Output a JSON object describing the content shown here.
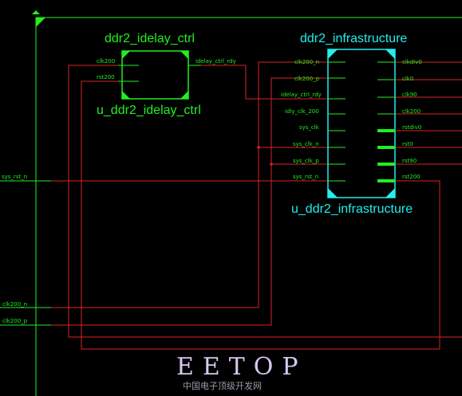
{
  "schematic": {
    "idelay_block": {
      "name": "ddr2_idelay_ctrl",
      "instance": "u_ddr2_idelay_ctrl",
      "inputs": [
        "clk200",
        "rst200"
      ],
      "outputs": [
        "idelay_ctrl_rdy"
      ]
    },
    "infra_block": {
      "name": "ddr2_infrastructure",
      "instance": "u_ddr2_infrastructure",
      "inputs": [
        "clk200_n",
        "clk200_p",
        "idelay_ctrl_rdy",
        "idly_clk_200",
        "sys_clk",
        "sys_clk_n",
        "sys_clk_p",
        "sys_rst_n"
      ],
      "outputs": [
        "clkdiv0",
        "clk0",
        "clk90",
        "clk200",
        "rstdiv0",
        "rst0",
        "rst90",
        "rst200"
      ]
    },
    "top_ports": {
      "sys_rst_n": "sys_rst_n",
      "clk200_n": "clk200_n",
      "clk200_p": "clk200_p"
    }
  },
  "watermark": {
    "title": "EETOP",
    "subtitle": "中国电子顶级开发网"
  },
  "colors": {
    "background": "#000000",
    "module_green": "#22ee22",
    "module_cyan": "#22eeee",
    "net_red": "#dd2222",
    "watermark": "#d8c8f0"
  }
}
